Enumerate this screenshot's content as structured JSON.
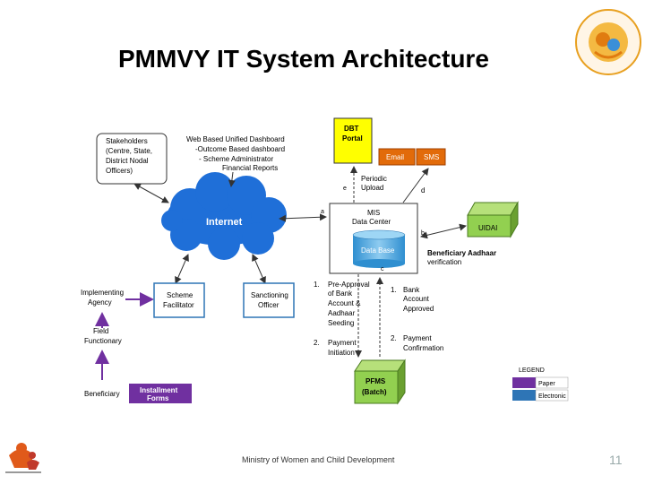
{
  "slide": {
    "title": "PMMVY IT System Architecture",
    "footer": "Ministry of Women and Child Development",
    "page_number": "11"
  },
  "diagram": {
    "stakeholders": [
      "Stakeholders",
      "(Centre, State,",
      "District Nodal",
      "Officers)"
    ],
    "dashboard": [
      "Web Based Unified Dashboard",
      "-Outcome Based dashboard",
      "- Scheme Administrator",
      "Financial Reports"
    ],
    "internet": "Internet",
    "dbt_portal": [
      "DBT",
      "Portal"
    ],
    "email": "Email",
    "sms": "SMS",
    "periodic_upload": [
      "Periodic",
      "Upload"
    ],
    "label_a": "a",
    "label_b": "b",
    "label_c": "c",
    "label_d": "d",
    "label_e": "e",
    "mis": [
      "MIS",
      "Data Center"
    ],
    "database": "Data Base",
    "uidai": "UIDAI",
    "beneficiary_aadhaar": [
      "Beneficiary Aadhaar",
      "verification"
    ],
    "implementing_agency": [
      "Implementing",
      "Agency"
    ],
    "scheme_facilitator": [
      "Scheme",
      "Facilitator"
    ],
    "sanctioning_officer": [
      "Sanctioning",
      "Officer"
    ],
    "field_functionary": [
      "Field",
      "Functionary"
    ],
    "beneficiary": "Beneficiary",
    "installment_forms": [
      "Installment",
      "Forms"
    ],
    "left_steps": [
      "1.",
      "Pre-Approval",
      "of Bank",
      "Account &",
      "Aadhaar",
      "Seeding",
      "2.",
      "Payment",
      "Initiation"
    ],
    "right_steps": [
      "1.",
      "Bank",
      "Account",
      "Approved",
      "2.",
      "Payment",
      "Confirmation"
    ],
    "pfms": [
      "PFMS",
      "(Batch)"
    ],
    "legend": {
      "title": "LEGEND",
      "paper": "Paper",
      "electronic": "Electronic"
    },
    "colors": {
      "paper": "#7030a0",
      "electronic": "#2e75b6",
      "cloud": "#1f6fd8",
      "dbt": "#ffff00",
      "email": "#e26b0a",
      "green": "#92d050"
    }
  }
}
